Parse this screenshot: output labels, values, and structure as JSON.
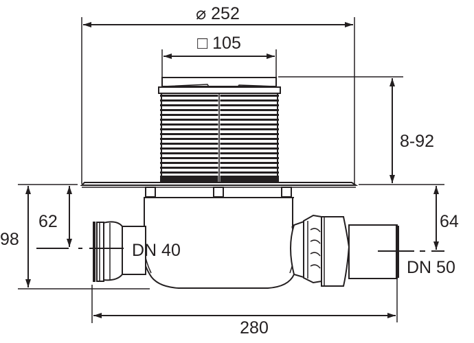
{
  "diagram": {
    "type": "technical-drawing",
    "subject": "floor drain with adjustable grate frame",
    "colors": {
      "line": "#231f20",
      "background": "#ffffff"
    },
    "dimensions": {
      "flange_diameter": {
        "symbol": "⌀",
        "value": "252",
        "label": "⌀ 252"
      },
      "grate_square": {
        "symbol": "□",
        "value": "105",
        "label": "□ 105"
      },
      "height_adjust": {
        "label": "8-92"
      },
      "outlet_right_height": {
        "label": "64"
      },
      "outlet_left_height": {
        "label": "62"
      },
      "total_height": {
        "label": "98"
      },
      "total_width": {
        "label": "280"
      }
    },
    "outlets": {
      "left": {
        "label": "DN 40"
      },
      "right": {
        "label": "DN 50"
      }
    }
  }
}
